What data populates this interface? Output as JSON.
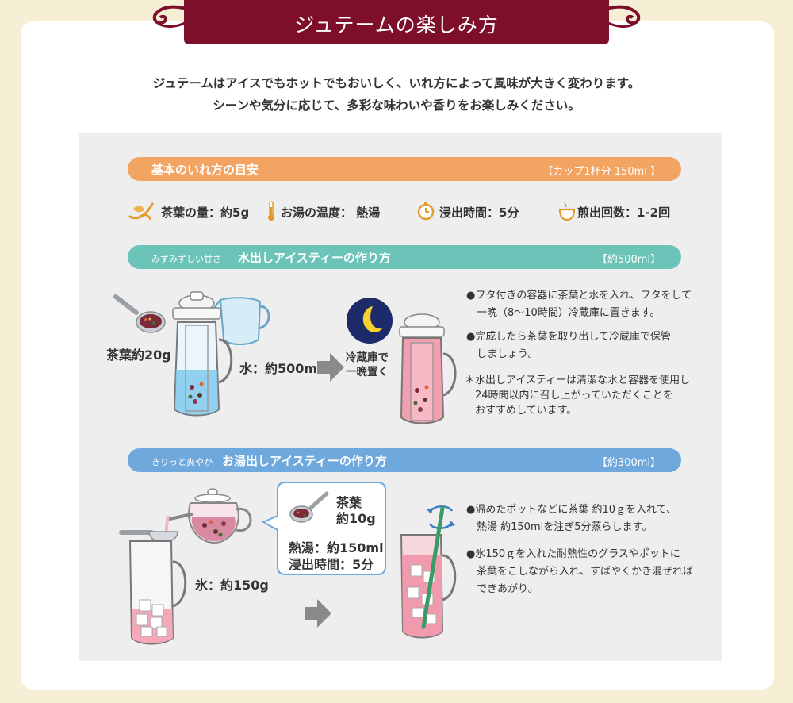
{
  "header": {
    "title": "ジュテームの楽しみ方",
    "intro_line1": "ジュテームはアイスでもホットでもおいしく、いれ方によって風味が大きく変わります。",
    "intro_line2": "シーンや気分に応じて、多彩な味わいや香りをお楽しみください。"
  },
  "basic": {
    "title": "基本のいれ方の目安",
    "note": "【カップ1杯分 150ml 】",
    "items": [
      {
        "icon": "tea-leaf-icon",
        "label": "茶葉の量：約5g"
      },
      {
        "icon": "thermometer-icon",
        "label": "お湯の温度： 熱湯"
      },
      {
        "icon": "timer-icon",
        "label": "浸出時間：5分"
      },
      {
        "icon": "teacup-icon",
        "label": "煎出回数：1-2回"
      }
    ]
  },
  "cold_brew": {
    "subtitle": "みずみずしい甘さ",
    "title": "水出しアイスティーの作り方",
    "amount": "【約500ml】",
    "label_leaves": "茶葉約20g",
    "label_water": "水：約500ml",
    "label_fridge": [
      "冷蔵庫で",
      "一晩置く"
    ],
    "steps": [
      [
        "●フタ付きの容器に茶葉と水を入れ、フタをして",
        "　一晩（8〜10時間）冷蔵庫に置きます。"
      ],
      [
        "●完成したら茶葉を取り出して冷蔵庫で保管",
        "　しましょう。"
      ]
    ],
    "note": [
      "＊水出しアイスティーは清潔な水と容器を使用し",
      "　24時間以内に召し上がっていただくことを",
      "　おすすめしています。"
    ]
  },
  "hot_brew": {
    "subtitle": "きりっと爽やか",
    "title": "お湯出しアイスティーの作り方",
    "amount": "【約300ml】",
    "bubble_leaves": [
      "茶葉",
      "約10g"
    ],
    "bubble_water": "熱湯：約150ml",
    "bubble_time": "浸出時間：5分",
    "label_ice": "氷：約150g",
    "steps": [
      [
        "●温めたポットなどに茶葉 約10ｇを入れて、",
        "　熱湯 約150mlを注ぎ5分蒸らします。"
      ],
      [
        "●氷150ｇを入れた耐熱性のグラスやポットに",
        "　茶葉をこしながら入れ、すばやくかき混ぜれば",
        "　できあがり。"
      ]
    ]
  },
  "colors": {
    "banner": "#7d0f2b",
    "basic_bar": "#f2a462",
    "cold_bar": "#6cc4b8",
    "hot_bar": "#6fa8dc",
    "background": "#f7eed6"
  }
}
